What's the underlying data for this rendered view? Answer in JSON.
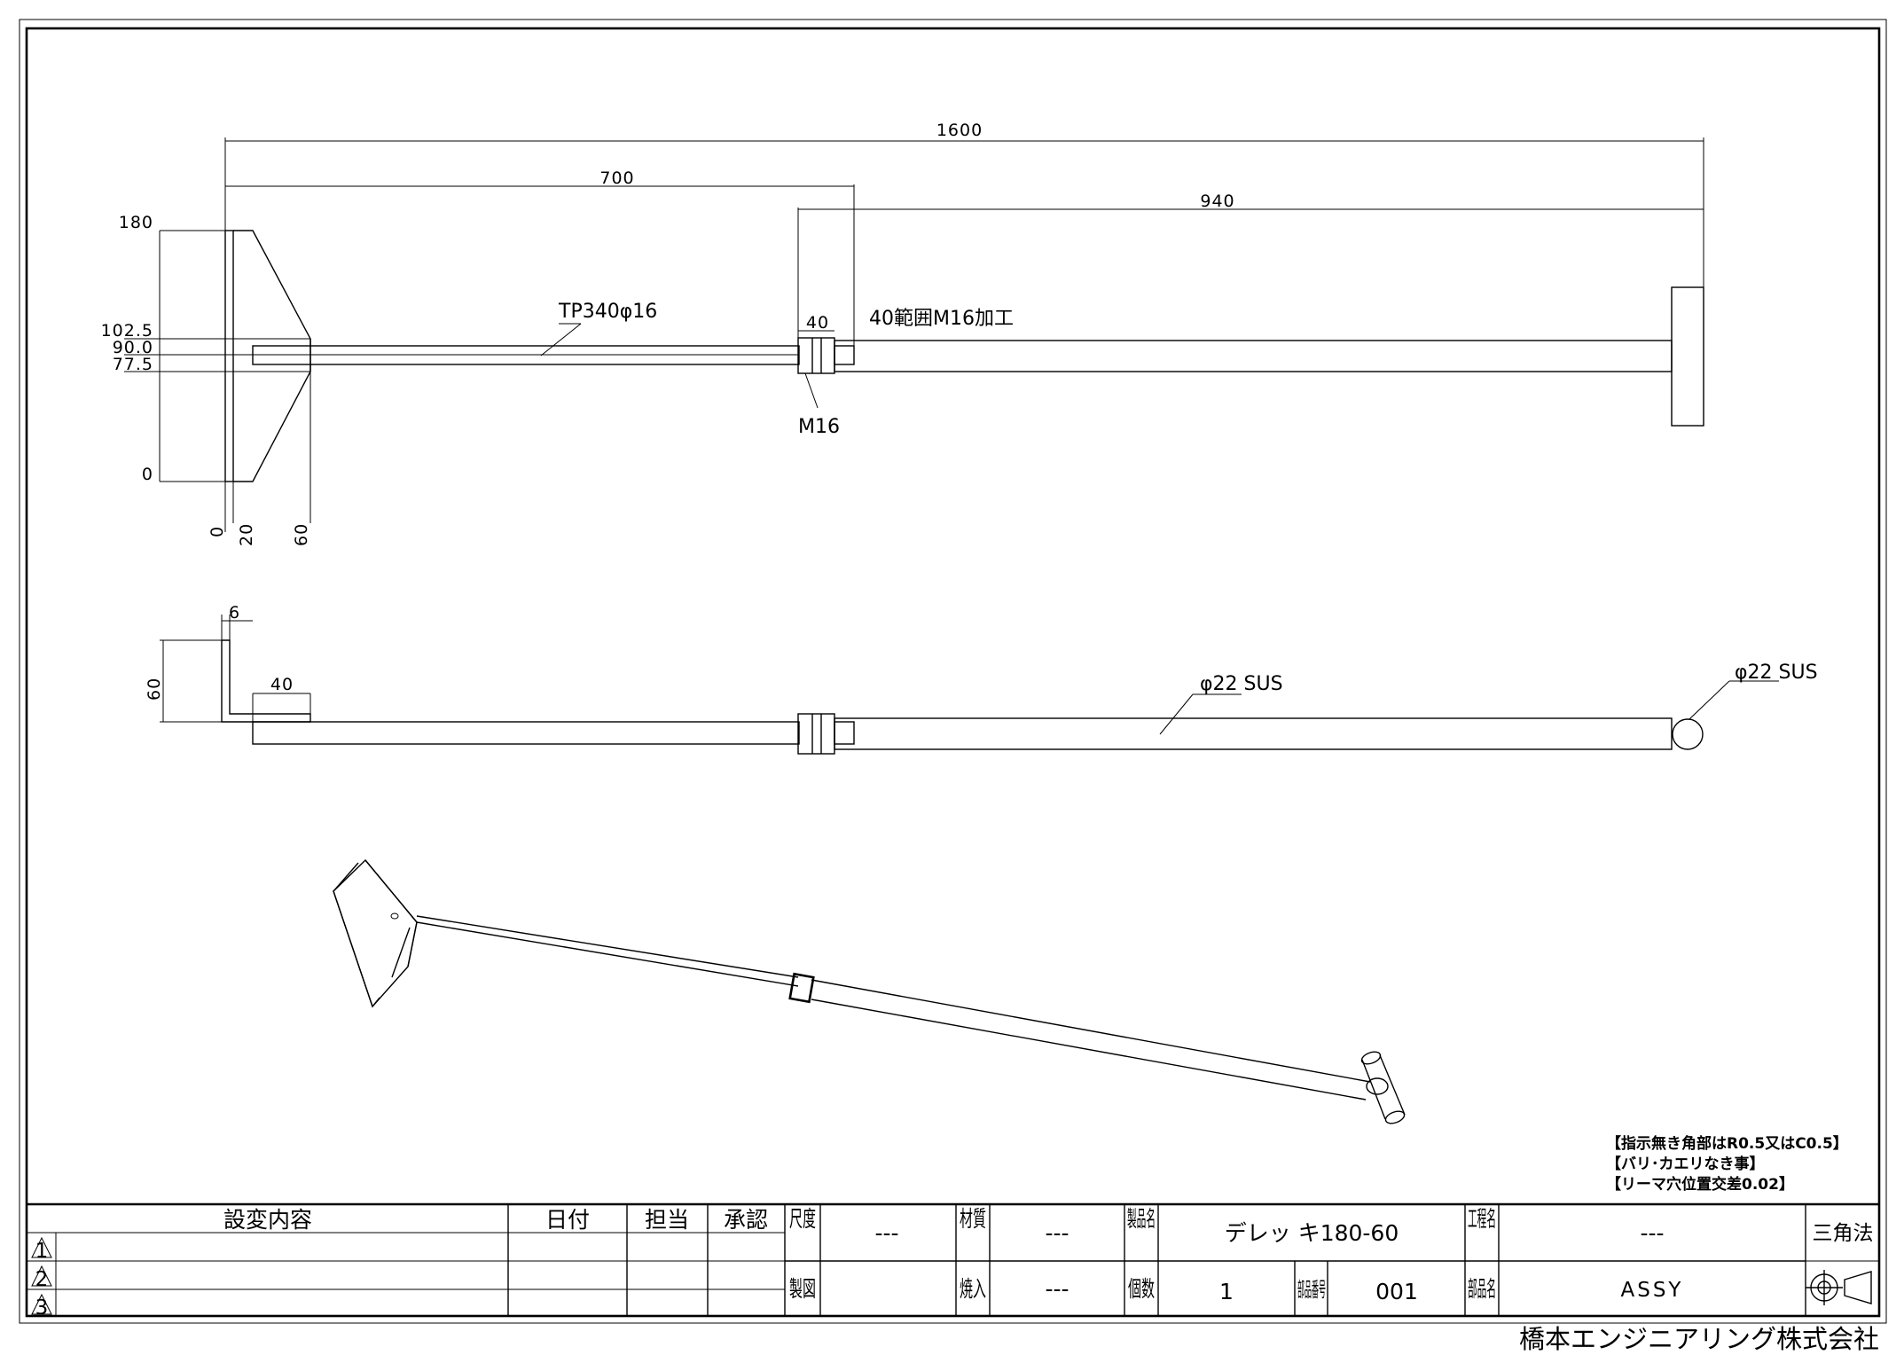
{
  "drawing": {
    "dims": {
      "total_length": "1600",
      "head_length": "700",
      "handle_length": "940",
      "height_180": "180",
      "height_102_5": "102.5",
      "height_90": "90.0",
      "height_77_5": "77.5",
      "height_0": "0",
      "x_0": "0",
      "x_20": "20",
      "x_60": "60",
      "thread_len": "40",
      "side_6": "6",
      "side_60": "60",
      "side_40": "40"
    },
    "labels": {
      "rod_spec": "TP340φ16",
      "thread_spec": "40範囲M16加工",
      "nut": "M16",
      "pipe_spec": "φ22 SUS",
      "grip_spec": "φ22 SUS"
    },
    "notes": [
      "【指示無き角部はR0.5又はC0.5】",
      "【バリ･カエリなき事】",
      "【リーマ穴位置交差0.02】"
    ]
  },
  "title_block": {
    "revision_header": "設変内容",
    "date_header": "日付",
    "person_header": "担当",
    "approval_header": "承認",
    "rev_marks": [
      "1",
      "2",
      "3"
    ],
    "scale_label": "尺度",
    "scale_value": "---",
    "material_label": "材質",
    "material_value": "---",
    "product_label": "製品名",
    "product_value": "デレッ キ180-60",
    "process_label": "工程名",
    "process_value": "---",
    "projection_label": "三角法",
    "drafting_label": "製図",
    "heat_label": "焼入",
    "heat_value": "---",
    "qty_label": "個数",
    "qty_value": "1",
    "part_no_label": "部品番号",
    "part_no_value": "001",
    "part_name_label": "部品名",
    "part_name_value": "ASSY",
    "company": "橋本エンジニアリング株式会社"
  }
}
